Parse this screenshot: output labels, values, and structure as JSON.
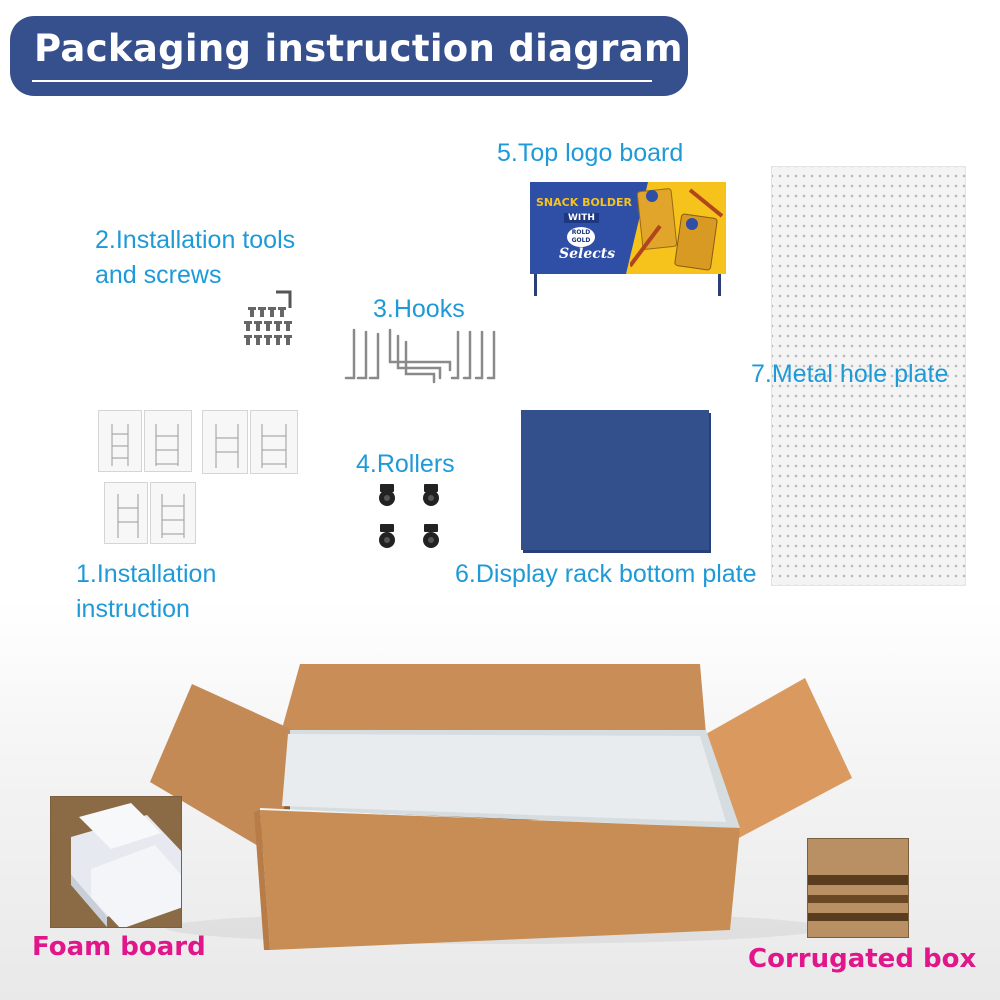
{
  "title": "Packaging instruction diagram",
  "items": [
    {
      "label_lines": [
        "1.Installation",
        "instruction"
      ]
    },
    {
      "label_lines": [
        "2.Installation tools",
        "and screws"
      ]
    },
    {
      "label": "3.Hooks"
    },
    {
      "label": "4.Rollers"
    },
    {
      "label": "5.Top logo board"
    },
    {
      "label": "6.Display rack bottom plate"
    },
    {
      "label": "7.Metal hole plate"
    }
  ],
  "logo_board": {
    "headline": "SNACK BOLDER",
    "with": "WITH",
    "brand": "ROLD GOLD",
    "product": "Selects"
  },
  "materials": {
    "foam": "Foam board",
    "corrugated": "Corrugated box"
  },
  "colors": {
    "banner": "#36508e",
    "label_blue": "#1e9ad8",
    "material_magenta": "#e0168a",
    "plate_blue": "#34508c",
    "carton": "#c88d55"
  }
}
